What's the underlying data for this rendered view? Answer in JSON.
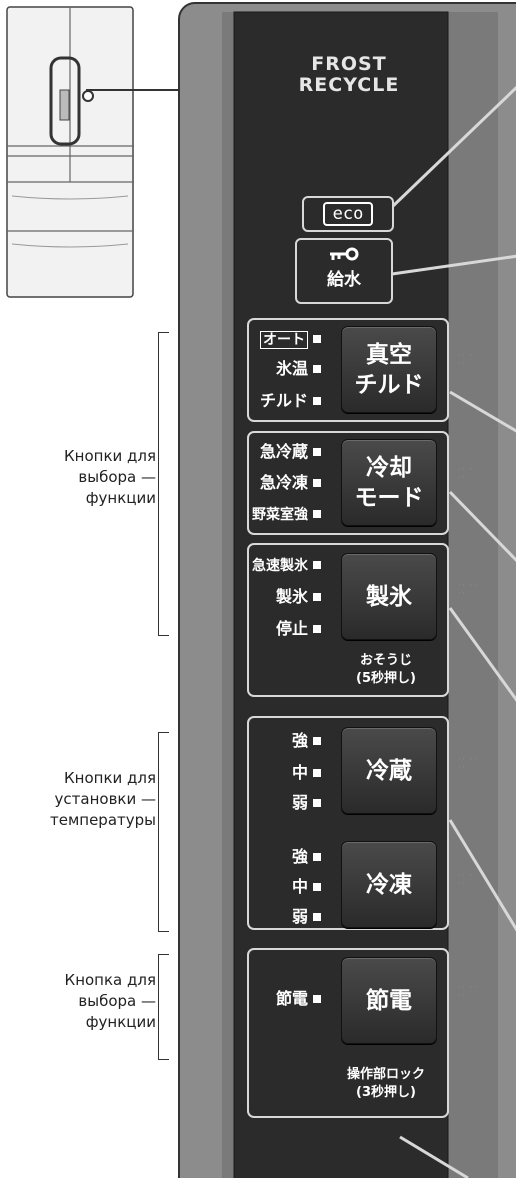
{
  "brand": {
    "line1": "FROST",
    "line2": "RECYCLE"
  },
  "eco_label": "eco",
  "water_button": {
    "icon": "key-icon",
    "label": "給水"
  },
  "groups": {
    "function_1": {
      "label": "Кнопки для\nвыбора —\nфункции"
    },
    "temperature": {
      "label": "Кнопки для\nустановки —\nтемпературы"
    },
    "function_2": {
      "label": "Кнопка для\nвыбора —\nфункции"
    }
  },
  "vacuum": {
    "indicators": [
      "オート",
      "氷温",
      "チルド"
    ],
    "button_line1": "真空",
    "button_line2": "チルド"
  },
  "cooling": {
    "indicators": [
      "急冷蔵",
      "急冷凍",
      "野菜室強"
    ],
    "button_line1": "冷却",
    "button_line2": "モード"
  },
  "ice": {
    "indicators": [
      "急速製氷",
      "製氷",
      "停止"
    ],
    "button": "製氷",
    "note_line1": "おそうじ",
    "note_line2": "(5秒押し)"
  },
  "fridge_temp": {
    "indicators": [
      "強",
      "中",
      "弱"
    ],
    "button": "冷蔵"
  },
  "freezer_temp": {
    "indicators": [
      "強",
      "中",
      "弱"
    ],
    "button": "冷凍"
  },
  "power_save": {
    "indicator": "節電",
    "button": "節電",
    "note_line1": "操作部ロック",
    "note_line2": "(3秒押し)"
  },
  "colors": {
    "panel": "#2b2b2b",
    "outer": "#8c8c8c",
    "frame": "#d8d8d8"
  }
}
